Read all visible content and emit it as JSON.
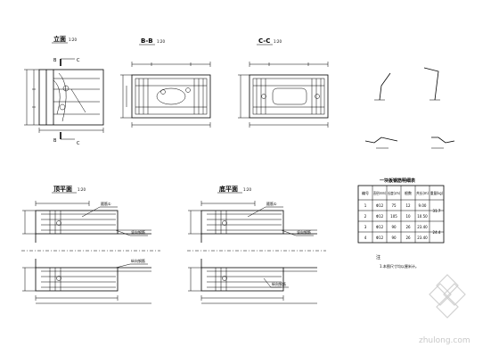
{
  "views": {
    "elevation": {
      "title": "立面",
      "scale": "1:20",
      "cut_b": "B",
      "cut_c": "C"
    },
    "section_bb": {
      "title": "B-B",
      "scale": "1:20"
    },
    "section_cc": {
      "title": "C-C",
      "scale": "1:20"
    },
    "top_plan": {
      "title": "顶平面",
      "scale": "1:20"
    },
    "bottom_plan": {
      "title": "底平面",
      "scale": "1:20"
    }
  },
  "plan_labels": {
    "bar_a": "箍筋①",
    "bar_b": "竖向钢筋",
    "bar_c": "纵向钢筋"
  },
  "table": {
    "title": "一块板钢筋明细表",
    "headers": [
      "编号",
      "直径(mm)",
      "长度(cm)",
      "根数",
      "共长(m)",
      "重量(kg)"
    ],
    "rows": [
      [
        "1",
        "Φ12",
        "75",
        "12",
        "9.00",
        "31.7"
      ],
      [
        "2",
        "Φ12",
        "105",
        "10",
        "10.50",
        ""
      ],
      [
        "3",
        "Φ12",
        "90",
        "26",
        "23.40",
        "24.4"
      ],
      [
        "4",
        "Φ12",
        "90",
        "26",
        "23.40",
        ""
      ]
    ]
  },
  "notes": {
    "label": "注",
    "line1": "1.本图尺寸均以厘米计。"
  },
  "watermark": {
    "text": "zhulong.com"
  }
}
